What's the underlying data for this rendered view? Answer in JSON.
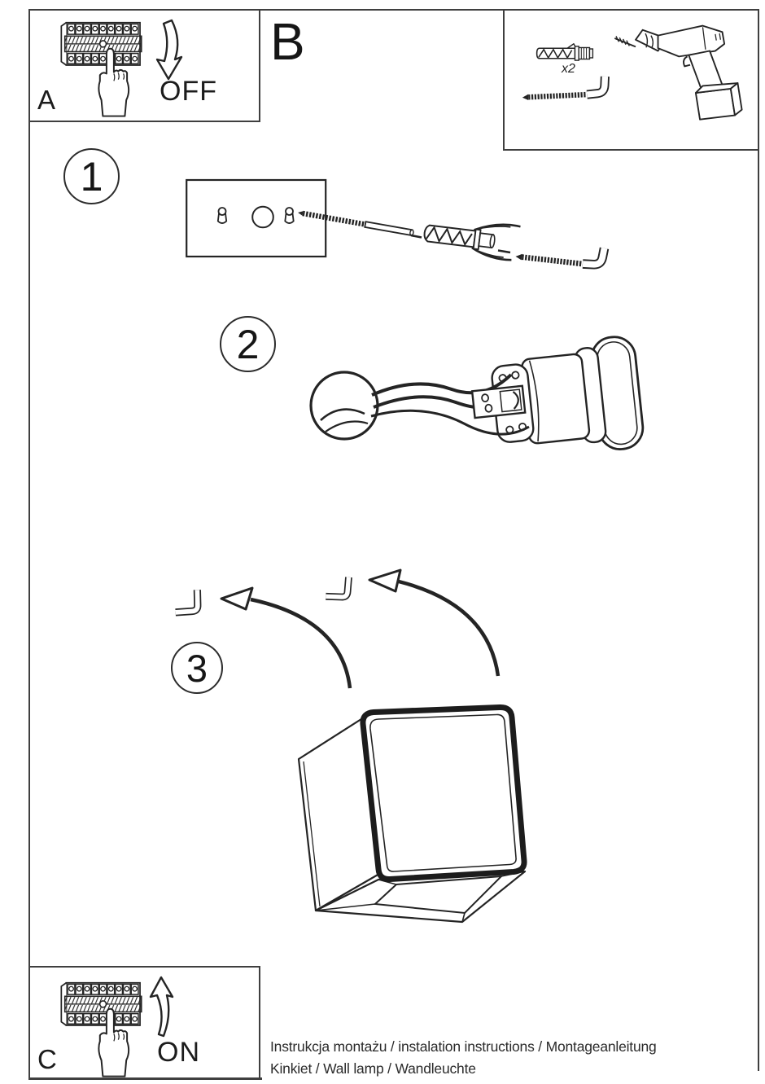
{
  "instruction_sheet": {
    "panel_a": {
      "label": "A",
      "switch_state": "OFF"
    },
    "section_b": {
      "label": "B",
      "anchor_quantity": "x2"
    },
    "panel_c": {
      "label": "C",
      "switch_state": "ON"
    },
    "step_1": {
      "number": "1"
    },
    "step_2": {
      "number": "2"
    },
    "step_3": {
      "number": "3"
    },
    "footer": {
      "line_1": "Instrukcja montażu / instalation instructions / Montageanleitung",
      "line_2": "Kinkiet / Wall lamp / Wandleuchte"
    },
    "colors": {
      "ink": "#242424",
      "border": "#3f3f3f",
      "paper": "#ffffff"
    }
  }
}
